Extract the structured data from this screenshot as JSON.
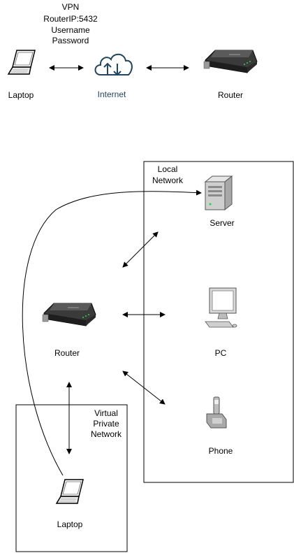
{
  "colors": {
    "line": "#000000",
    "internet_text": "#23445d",
    "background": "#ffffff"
  },
  "top": {
    "vpn_info": [
      "VPN",
      "RouterIP:5432",
      "Username",
      "Password"
    ],
    "laptop_label": "Laptop",
    "internet_label": "Internet",
    "router_label": "Router",
    "icons": [
      "laptop-icon",
      "cloud-icon",
      "router-icon"
    ]
  },
  "bottom": {
    "local_network_label": [
      "Local",
      "Network"
    ],
    "vpn_network_label": [
      "Virtual",
      "Private",
      "Network"
    ],
    "server_label": "Server",
    "pc_label": "PC",
    "phone_label": "Phone",
    "router_label": "Router",
    "laptop_label": "Laptop",
    "icons": [
      "server-icon",
      "pc-icon",
      "phone-icon",
      "router-icon",
      "laptop-icon"
    ]
  }
}
